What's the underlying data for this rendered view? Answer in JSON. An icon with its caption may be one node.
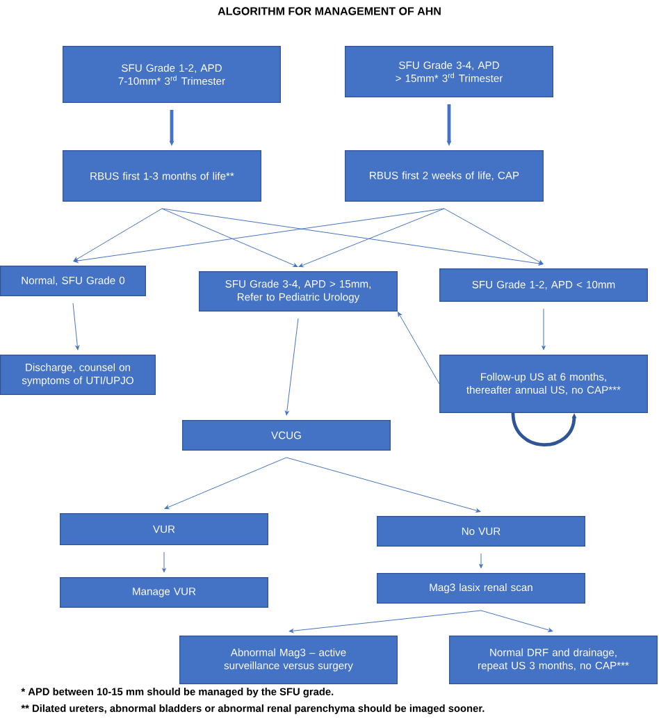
{
  "diagram": {
    "title": "ALGORITHM FOR MANAGEMENT OF AHN",
    "nodes": [
      {
        "text": [
          "SFU Grade 1-2, APD 7-10mm* 3$^{rd}$ Trimester"
        ]
      },
      {
        "text": [
          "SFU Grade 3-4, APD > 15mm* 3$^{rd}$ Trimester"
        ]
      },
      {
        "text": [
          "RBUS first 1-3 months of life**"
        ]
      },
      {
        "text": [
          "RBUS first 2 weeks of life, CAP"
        ]
      },
      {
        "text": [
          "Normal, SFU Grade 0"
        ]
      },
      {
        "text": [
          "SFU Grade 3-4, APD > 15mm, Refer to Pediatric Urology"
        ]
      },
      {
        "text": [
          "SFU Grade 1-2, APD < 10mm"
        ]
      },
      {
        "text": [
          "Discharge, counsel on symptoms of UTI/UPJO"
        ]
      },
      {
        "text": [
          "Follow-up US at 6 months, thereafter annual US, no CAP***"
        ]
      },
      {
        "text": [
          "VCUG"
        ]
      },
      {
        "text": [
          "VUR"
        ]
      },
      {
        "text": [
          "No VUR"
        ]
      },
      {
        "text": [
          "Manage VUR"
        ]
      },
      {
        "text": [
          "Mag3 lasix renal scan"
        ]
      },
      {
        "text": [
          "Abnormal Mag3 – active surveillance versus surgery"
        ]
      },
      {
        "text": [
          "Normal DRF and drainage, repeat US 3 months, no CAP***"
        ]
      }
    ],
    "edges": [
      {
        "from": 0,
        "to": 2,
        "arrow": "to",
        "style": "thick"
      },
      {
        "from": 1,
        "to": 3,
        "arrow": "to",
        "style": "thick"
      },
      {
        "from": 2,
        "to": 4,
        "arrow": "to"
      },
      {
        "from": 2,
        "to": 5,
        "arrow": "to"
      },
      {
        "from": 2,
        "to": 6,
        "arrow": "to"
      },
      {
        "from": 3,
        "to": 4,
        "arrow": "to"
      },
      {
        "from": 3,
        "to": 5,
        "arrow": "to"
      },
      {
        "from": 3,
        "to": 6,
        "arrow": "to"
      },
      {
        "from": 4,
        "to": 7,
        "arrow": "to"
      },
      {
        "from": 5,
        "to": 9,
        "arrow": "to"
      },
      {
        "from": 8,
        "to": 5,
        "arrow": "to"
      },
      {
        "from": 6,
        "to": 8,
        "arrow": "to"
      },
      {
        "from": 8,
        "to": 8,
        "arrow": "to",
        "style": "thick",
        "color": "#2f5597"
      },
      {
        "from": 9,
        "to": 10,
        "arrow": "to"
      },
      {
        "from": 9,
        "to": 11,
        "arrow": "to"
      },
      {
        "from": 10,
        "to": 12,
        "arrow": "to"
      },
      {
        "from": 11,
        "to": 13,
        "arrow": "to"
      },
      {
        "from": 13,
        "to": 14,
        "arrow": "to"
      },
      {
        "from": 13,
        "to": 15,
        "arrow": "to"
      }
    ],
    "labels": [
      "* APD between 10-15 mm should be managed by the SFU grade.",
      "** Dilated ureters, abnormal bladders or abnormal renal parenchyma should be imaged sooner."
    ]
  }
}
